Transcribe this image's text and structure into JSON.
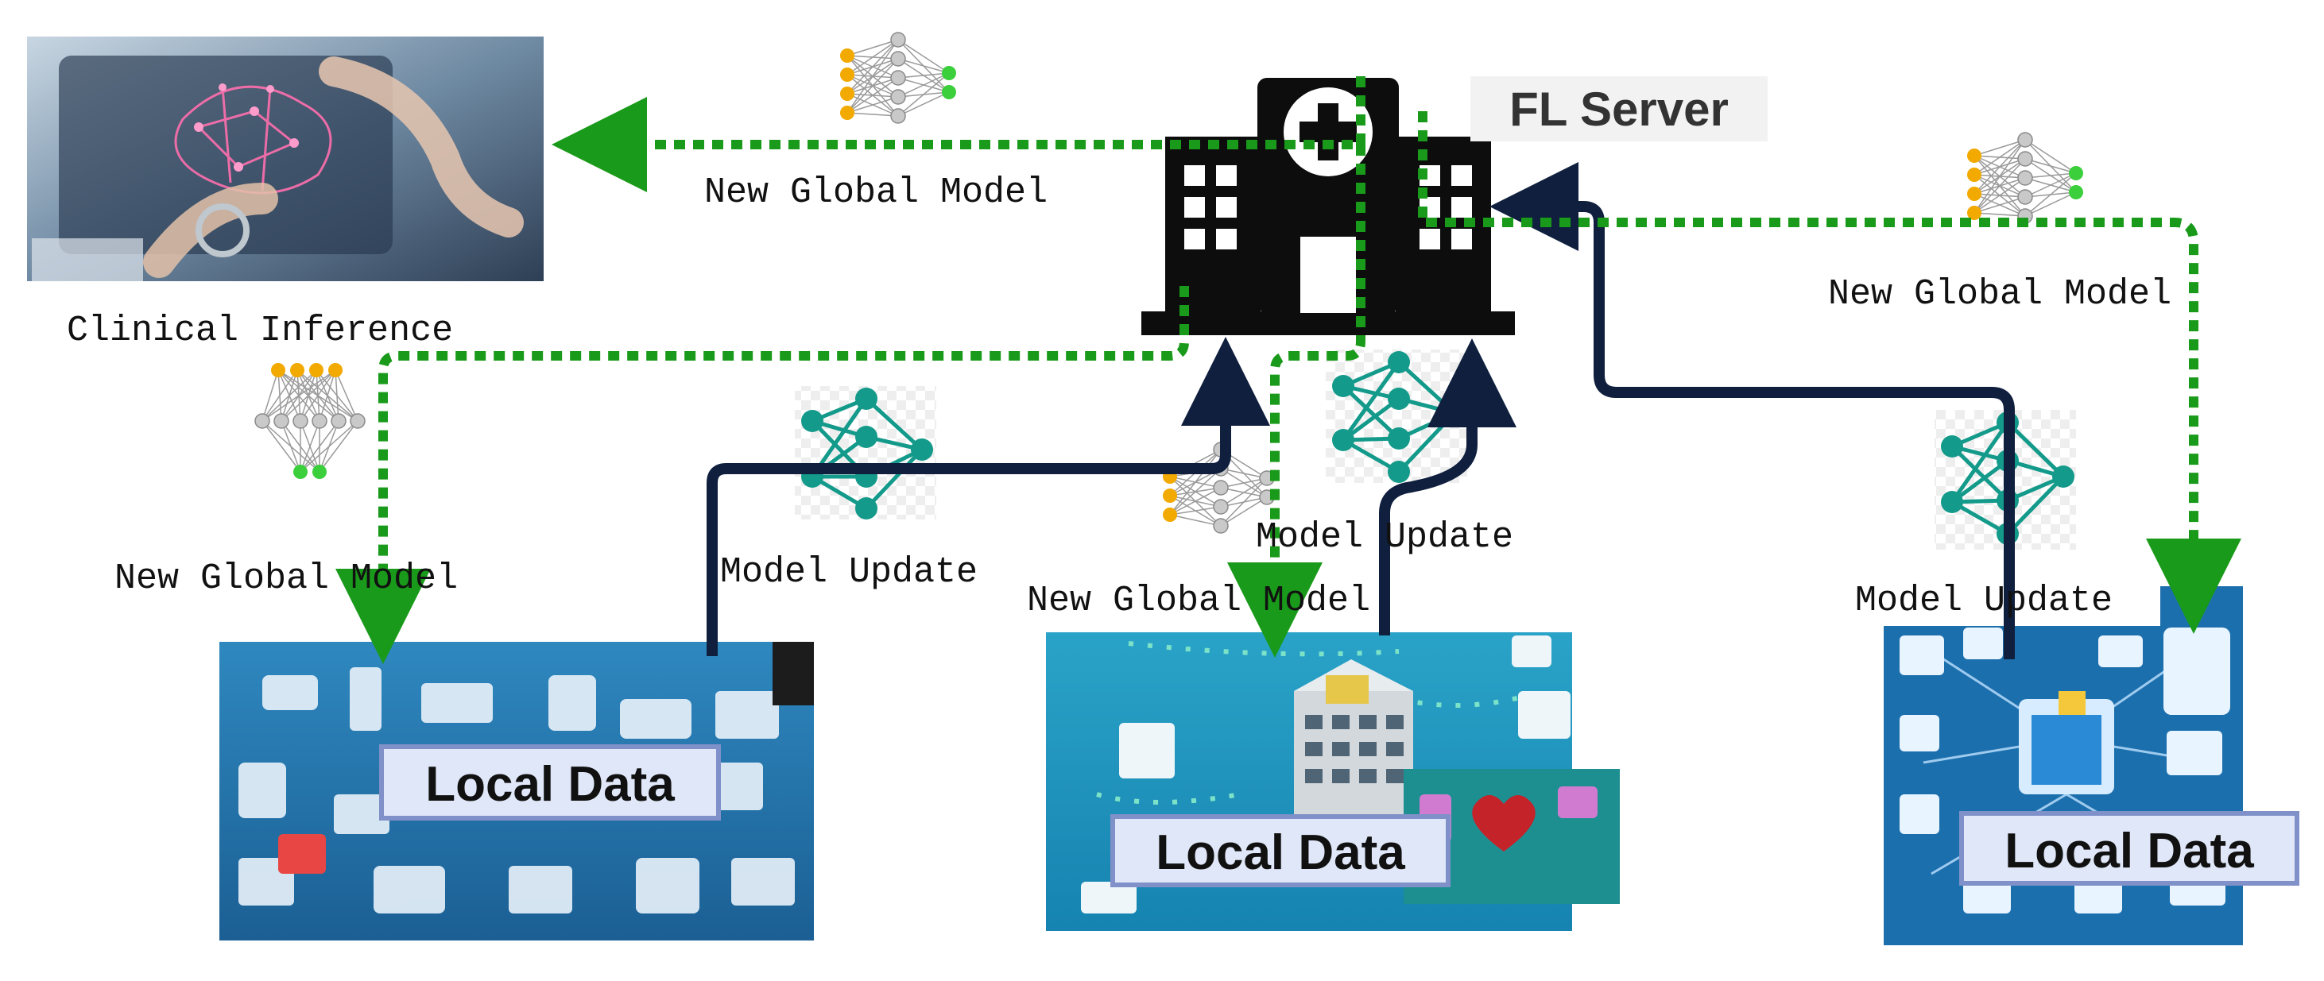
{
  "server": {
    "label": "FL Server"
  },
  "clinical": {
    "caption": "Clinical Inference"
  },
  "edge_labels": {
    "global_to_clinical": "New Global Model",
    "global_to_left": "New Global Model",
    "global_to_middle": "New Global Model",
    "global_to_right": "New Global Model",
    "update_left": "Model Update",
    "update_middle": "Model Update",
    "update_right": "Model Update"
  },
  "clients": {
    "left": {
      "label": "Local Data"
    },
    "middle": {
      "label": "Local Data"
    },
    "right": {
      "label": "Local Data"
    }
  },
  "colors": {
    "global_model_arrow": "#1a9a1a",
    "update_arrow": "#0f1f3d",
    "node_orange": "#f2a900",
    "node_gray": "#c9c9c9",
    "node_green": "#3ccf3c",
    "teal_network": "#139a8a",
    "panel_blue": "#1f6fa8"
  },
  "icons": {
    "server": "hospital-building-icon",
    "network_small": "neural-network-icon",
    "network_teal": "teal-neural-network-icon"
  }
}
